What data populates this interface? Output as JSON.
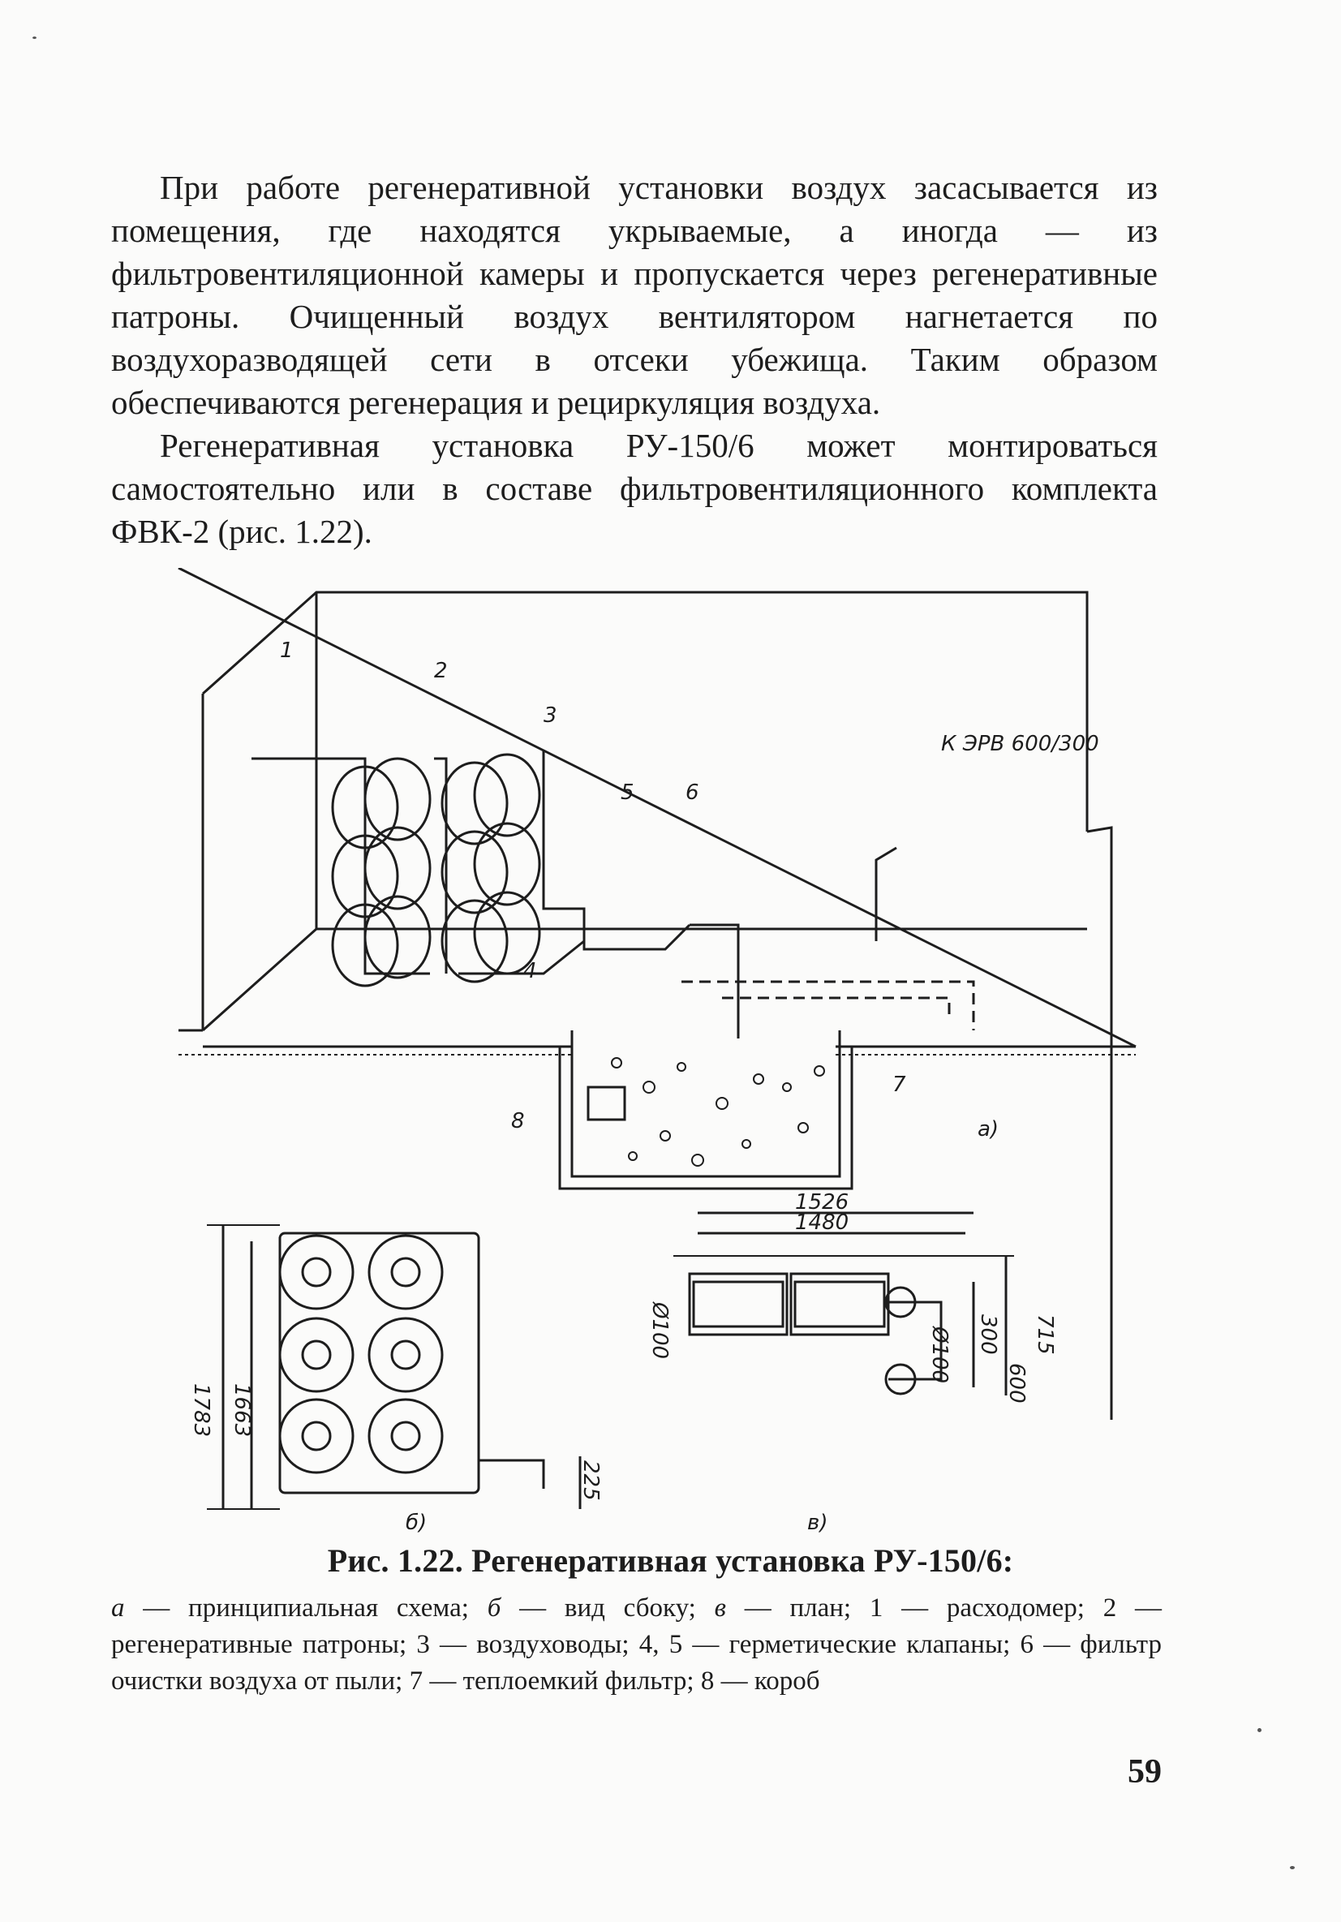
{
  "body": {
    "paragraph_1": "При работе регенеративной установки воздух засасывается из помещения, где находятся укрываемые, а иногда — из фильтровентиляционной камеры и пропускается через регенеративные патроны. Очищенный воздух вентилятором нагнетается по воздухоразводящей сети в отсеки убежища. Таким образом обеспечиваются регенерация и рециркуляция воздуха.",
    "paragraph_2": "Регенеративная установка РУ-150/6 может монтироваться самостоятельно или в составе фильтровентиляционного комплекта ФВК-2 (рис. 1.22)."
  },
  "figure": {
    "callouts": [
      "1",
      "2",
      "3",
      "4",
      "5",
      "6",
      "7",
      "8"
    ],
    "destination_label": "К ЭРВ 600/300",
    "panel_labels": {
      "a": "а)",
      "b": "б)",
      "c": "в)"
    },
    "side_view_dims": {
      "height_total": "1783",
      "height_inner": "1663",
      "offset": "225"
    },
    "plan_dims": {
      "length_total": "1526",
      "length_inner": "1480",
      "diameter": "Ø100",
      "diameter_2": "Ø100",
      "depth_a": "300",
      "depth_b": "600",
      "depth_c": "715"
    }
  },
  "caption": {
    "title": "Рис. 1.22. Регенеративная установка РУ-150/6:",
    "a_letter": "а",
    "a_text": " — принципиальная схема; ",
    "b_letter": "б",
    "b_text": " — вид сбоку; ",
    "c_letter": "в",
    "c_text": " — план; 1 — расходомер; 2 — регенеративные патроны; 3 — воздуховоды; 4, 5 — герметические клапаны; 6 — фильтр очистки воздуха от пыли; 7 — теплоемкий фильтр; 8 — короб"
  },
  "page_number": "59"
}
